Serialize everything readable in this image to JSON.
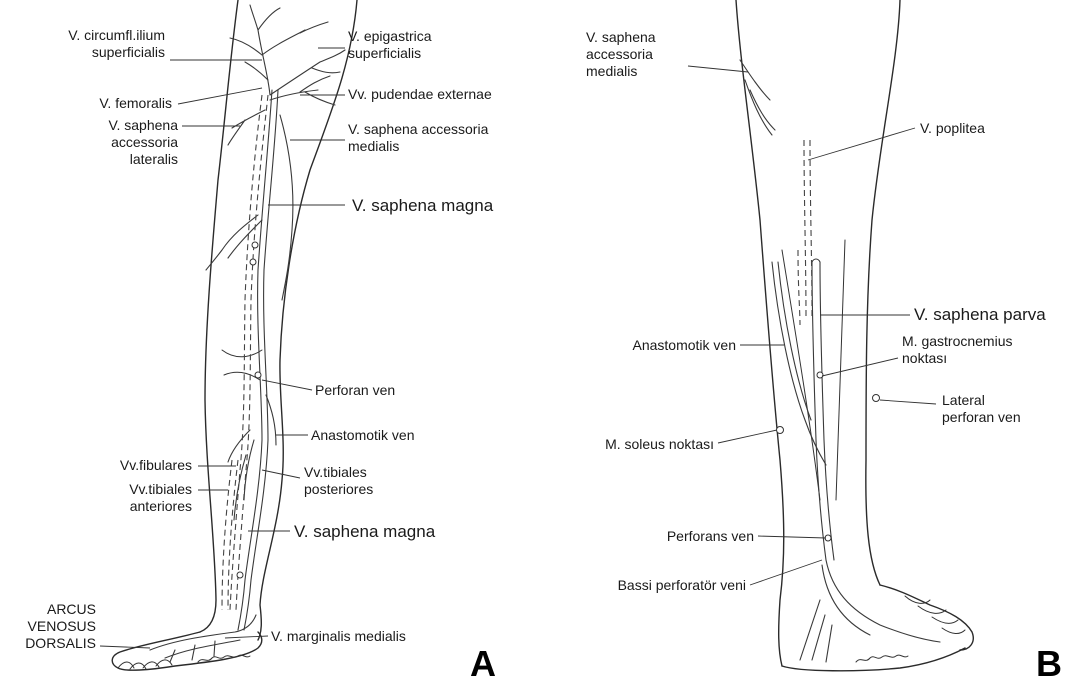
{
  "panels": {
    "a": "A",
    "b": "B"
  },
  "panel_a": {
    "circumfl": [
      "V. circumfl.ilium",
      "superficialis"
    ],
    "epigastrica": [
      "V. epigastrica",
      "superficialis"
    ],
    "femoralis": "V. femoralis",
    "pudendae": "Vv. pudendae externae",
    "acc_lateralis": [
      "V. saphena",
      "accessoria",
      "lateralis"
    ],
    "acc_medialis": [
      "V. saphena accessoria",
      "medialis"
    ],
    "magna_upper": "V. saphena magna",
    "perforan": "Perforan ven",
    "anastomotik": "Anastomotik ven",
    "fibulares": "Vv.fibulares",
    "tib_anteriores": [
      "Vv.tibiales",
      "anteriores"
    ],
    "tib_posteriores": [
      "Vv.tibiales",
      "posteriores"
    ],
    "magna_lower": "V. saphena magna",
    "arcus": [
      "ARCUS",
      "VENOSUS",
      "DORSALIS"
    ],
    "marginalis": "V. marginalis medialis"
  },
  "panel_b": {
    "acc_medialis": [
      "V. saphena",
      "accessoria",
      "medialis"
    ],
    "poplitea": "V. poplitea",
    "parva": "V. saphena parva",
    "anastomotik": "Anastomotik ven",
    "gastrocnemius": [
      "M. gastrocnemius",
      "noktası"
    ],
    "lateral_perforan": [
      "Lateral",
      "perforan ven"
    ],
    "soleus": "M. soleus noktası",
    "perforans": "Perforans ven",
    "bassi": "Bassi  perforatör veni"
  }
}
